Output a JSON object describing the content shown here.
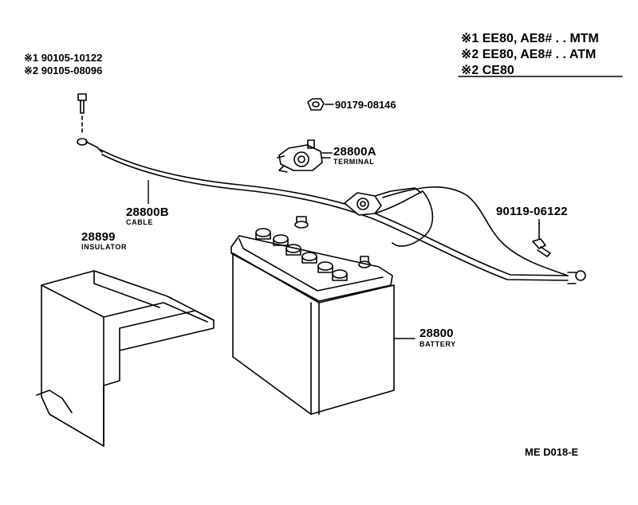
{
  "legend": {
    "lines": [
      "※1 EE80, AE8# . . MTM",
      "※2 EE80, AE8# . . ATM",
      "※2 CE80"
    ]
  },
  "parts": {
    "bolt": {
      "line1": "※1 90105-10122",
      "line2": "※2 90105-08096"
    },
    "nut": {
      "number": "90179-08146"
    },
    "terminal": {
      "number": "28800A",
      "name": "TERMINAL"
    },
    "cable": {
      "number": "28800B",
      "name": "CABLE"
    },
    "insulator": {
      "number": "28899",
      "name": "INSULATOR"
    },
    "bolt2": {
      "number": "90119-06122"
    },
    "battery": {
      "number": "28800",
      "name": "BATTERY"
    }
  },
  "figure_code": "ME D018-E"
}
